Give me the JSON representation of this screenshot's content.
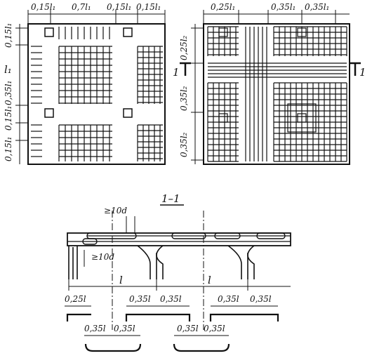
{
  "plan_left": {
    "top_dims": [
      "0,15l₁",
      "0,7l₁",
      "0,15l₁",
      "0,15l₁"
    ],
    "side_dims": [
      "0,15l₁",
      "l₁",
      "0,35l₁",
      "0,15l₁",
      "0,15l₁"
    ]
  },
  "plan_right": {
    "top_dims": [
      "0,25l₁",
      "0,35l₁",
      "0,35l₁"
    ],
    "side_dims": [
      "0,25l₂",
      "0,35l₂",
      "0,35l₂"
    ],
    "section_marks": [
      "1",
      "1"
    ]
  },
  "section": {
    "title": "1–1",
    "anchor_top": "≥10d",
    "anchor_side": "≥10d",
    "span_labels": [
      "l",
      "l"
    ],
    "row1_dims": [
      "0,25l",
      "0,35l",
      "0,35l",
      "0,35l",
      "0,35l"
    ],
    "row2_dims": [
      "0,35l",
      "0,35l",
      "0,35l",
      "0,35l"
    ]
  }
}
